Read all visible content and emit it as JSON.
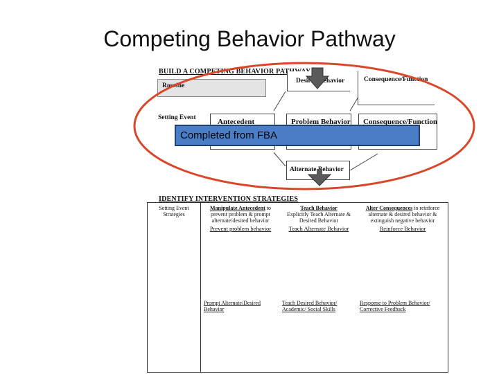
{
  "title": "Competing Behavior Pathway",
  "pathway": {
    "header": "BUILD A COMPETING BEHAVIOR PATHWAY",
    "routine": "Routine",
    "desired_behavior": "Desired Behavior",
    "consequence_function_top": "Consequence/Function",
    "setting_event": "Setting Event",
    "antecedent": "Antecedent",
    "problem_behavior": "Problem Behavior",
    "consequence_function": "Consequence/Function",
    "alternate_behavior": "Alternate Behavior"
  },
  "overlay_label": "Completed from FBA",
  "strategies": {
    "header": "IDENTIFY INTERVENTION STRATEGIES",
    "col1": "Setting Event Strategies",
    "col2_title": "Manipulate Antecedent",
    "col2_rest": "to prevent problem & prompt alternate/desired behavior",
    "col2_sub": "Prevent problem behavior",
    "col3_title": "Teach Behavior",
    "col3_rest": "Explicitly Teach Alternate & Desired Behavior",
    "col3_sub": "Teach Alternate Behavior",
    "col4_title": "Alter Consequences",
    "col4_rest": "to reinforce alternate & desired behavior & extinguish negative behavior",
    "col4_sub": "Reinforce Behavior",
    "col2_lower": "Prompt Alternate/Desired Behavior",
    "col3_lower": "Teach Desired Behavior/ Academic/ Social Skills",
    "col4_lower": "Response to Problem Behavior/ Corrective Feedback"
  },
  "colors": {
    "ellipse": "#d9472b",
    "overlay_fill": "#4a7ec7",
    "overlay_border": "#1f3d6b",
    "arrow_fill": "#5a5a5a",
    "routine_fill": "#e4e4e4"
  }
}
